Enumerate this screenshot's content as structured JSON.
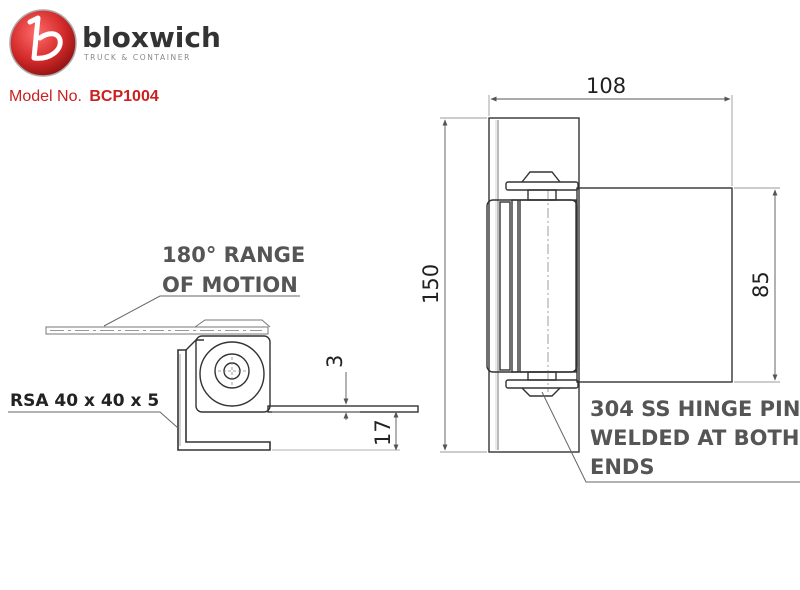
{
  "brand": {
    "name": "bloxwich",
    "tagline": "TRUCK & CONTAINER",
    "logo_color": "#d42a2a",
    "logo_icon": "b-logo-icon"
  },
  "model": {
    "label": "Model No.",
    "number": "BCP1004",
    "accent_color": "#cc1f1f"
  },
  "annotations": {
    "motion_line1": "180° RANGE",
    "motion_line2": "OF MOTION",
    "rsa": "RSA 40 x 40 x 5",
    "pin_line1": "304 SS HINGE PIN",
    "pin_line2": "WELDED AT BOTH",
    "pin_line3": "ENDS"
  },
  "dimensions": {
    "width": "108",
    "height": "150",
    "leaf_height": "85",
    "thickness": "3",
    "offset": "17"
  }
}
